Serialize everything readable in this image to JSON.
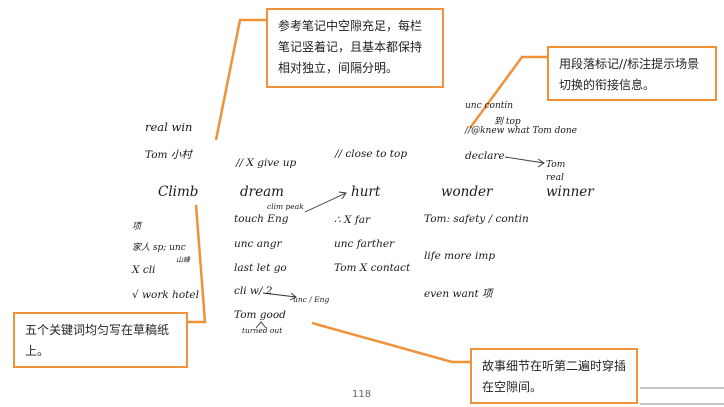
{
  "callouts": {
    "top": "参考笔记中空隙充足，每栏笔记竖着记，且基本都保持相对独立，间隔分明。",
    "top_right": "用段落标记//标注提示场景切换的衔接信息。",
    "bottom_left": "五个关键词均匀写在草稿纸上。",
    "bottom_right": "故事细节在听第二遍时穿插在空隙间。"
  },
  "notes": {
    "real_win": "real win",
    "tom_xiaocun": "Tom 小村",
    "give_up": "// X give up",
    "close_to_top": "// close to top",
    "unc_contin": "unc  contin",
    "dao_top": "到 top",
    "knew_what": "//@knew what Tom done",
    "declare": "declare",
    "tom_real": "Tom\nreal",
    "clim_peak": "clim peak",
    "xiang": "项",
    "jiaren": "家人 sp; unc",
    "shanzhe": "山峰",
    "x_cli": "X cli",
    "work_hotel": "√ work hotel",
    "touch_eng": "touch  Eng",
    "unc_angr": "unc  angr",
    "last_let_go": "last  let  go",
    "cli_w": "cli  w/  2",
    "unc_eng": "unc / Eng",
    "tom_good": "Tom  good",
    "turned_out": "turned out",
    "x_far": "∴ X far",
    "unc_farther": "unc  farther",
    "tom_x_contact": "Tom X contact",
    "tom_safety": "Tom: safety / contin",
    "life_more_imp": "life  more  imp",
    "even_want": "even want 项"
  },
  "keywords": [
    "Climb",
    "dream",
    "hurt",
    "wonder",
    "winner"
  ],
  "page_number": "118",
  "colors": {
    "callout_border": "#f0923a",
    "ink": "#1a1a1a"
  }
}
